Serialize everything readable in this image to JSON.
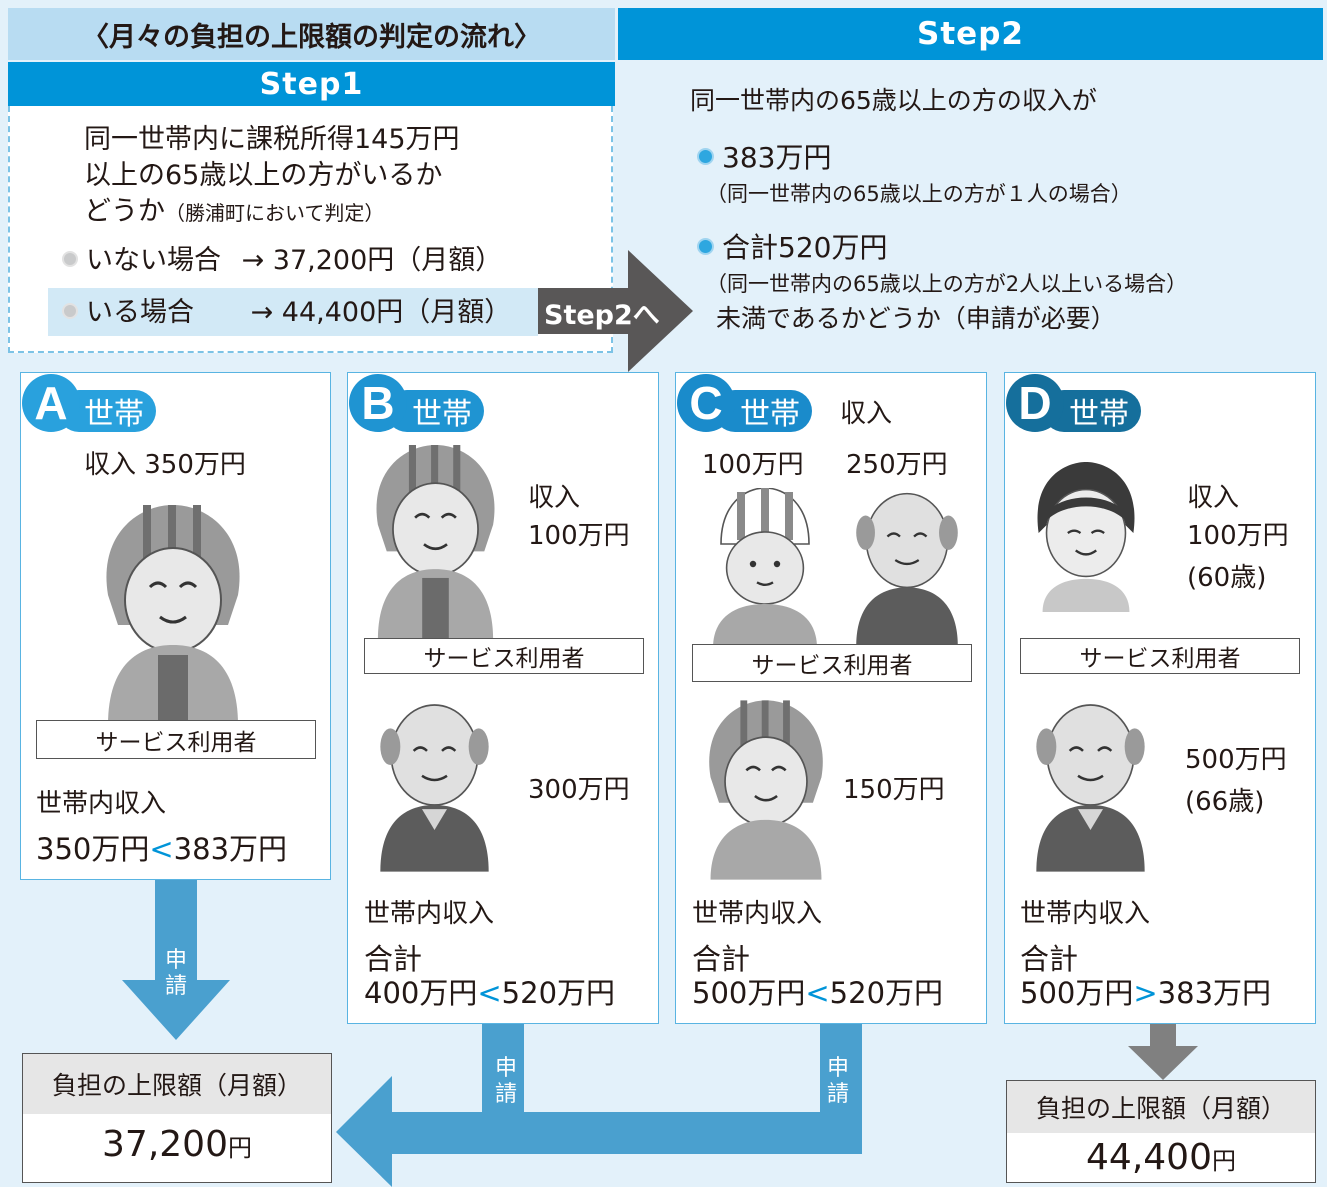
{
  "header": {
    "title": "〈月々の負担の上限額の判定の流れ〉",
    "step2_label": "Step2",
    "step1_label": "Step1"
  },
  "step1": {
    "line1": "同一世帯内に課税所得145万円",
    "line2": "以上の65歳以上の方がいるか",
    "line3": "どうか",
    "line3_note": "（勝浦町において判定）",
    "no_label": "いない場合",
    "no_result": "→ 37,200円（月額）",
    "yes_label": "いる場合",
    "yes_result": "→ 44,400円（月額）",
    "to_step2": "Step2へ"
  },
  "step2": {
    "intro": "同一世帯内の65歳以上の方の収入が",
    "item1": "383万円",
    "item1_note": "（同一世帯内の65歳以上の方が１人の場合）",
    "item2": "合計520万円",
    "item2_note": "（同一世帯内の65歳以上の方が2人以上いる場合）",
    "conclusion": "未満であるかどうか（申請が必要）"
  },
  "households": {
    "suffix": "世帯",
    "service_user": "サービス利用者",
    "income_label": "世帯内収入",
    "total_label": "合計",
    "apply": [
      "申",
      "請"
    ],
    "A": {
      "letter": "A",
      "income": "収入 350万円",
      "left": "350万円",
      "op": "<",
      "right": "383万円"
    },
    "B": {
      "letter": "B",
      "income_label": "収入",
      "person1": "100万円",
      "person2": "300万円",
      "left": "400万円",
      "op": "<",
      "right": "520万円"
    },
    "C": {
      "letter": "C",
      "income_label": "収入",
      "person1": "100万円",
      "person2": "250万円",
      "person3": "150万円",
      "left": "500万円",
      "op": "<",
      "right": "520万円"
    },
    "D": {
      "letter": "D",
      "income_label": "収入",
      "person1": "100万円",
      "person1_age": "(60歳)",
      "person2": "500万円",
      "person2_age": "(66歳)",
      "left": "500万円",
      "op": ">",
      "right": "383万円"
    }
  },
  "results": {
    "heading": "負担の上限額（月額）",
    "left_value": "37,200",
    "right_value": "44,400",
    "unit": "円"
  },
  "colors": {
    "main_blue": "#0094d8",
    "light_blue_bg": "#e3f1fa",
    "badge_A": "#29a1dd",
    "badge_B": "#1f94d2",
    "badge_C": "#1a8bcb",
    "badge_D": "#156f9c",
    "arrow_blue": "#4aa0cf",
    "arrow_gray": "#808080"
  }
}
